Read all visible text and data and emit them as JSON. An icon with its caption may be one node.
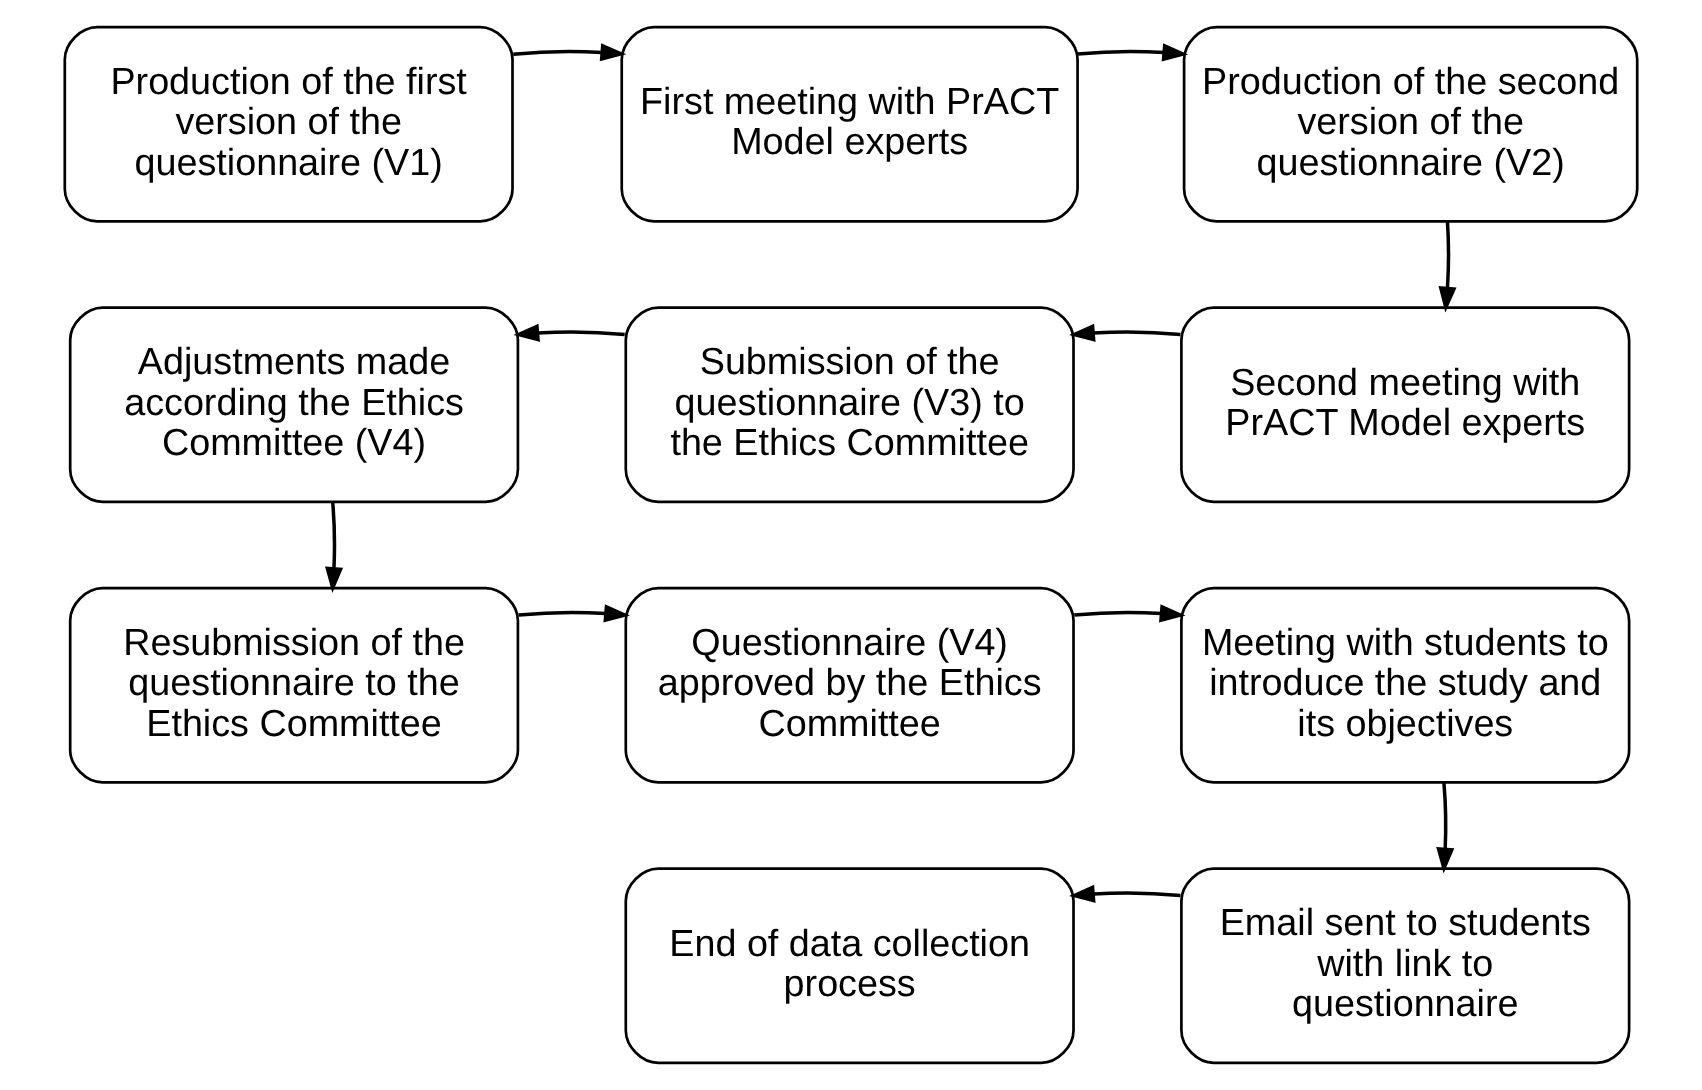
{
  "diagram": {
    "nodes": [
      {
        "text": [
          "Production of the first version of the questionnaire (V1)"
        ]
      },
      {
        "text": [
          "First meeting with PrACT Model experts"
        ]
      },
      {
        "text": [
          "Production of the second version of the questionnaire (V2)"
        ]
      },
      {
        "text": [
          "Adjustments made according the Ethics Committee (V4)"
        ]
      },
      {
        "text": [
          "Submission of the questionnaire (V3) to the Ethics Committee"
        ]
      },
      {
        "text": [
          "Second meeting with PrACT Model experts"
        ]
      },
      {
        "text": [
          "Resubmission of the questionnaire to the Ethics Committee"
        ]
      },
      {
        "text": [
          "Questionnaire (V4) approved by the Ethics Committee"
        ]
      },
      {
        "text": [
          "Meeting with students to introduce the study and its objectives"
        ]
      },
      {
        "text": [
          "End of data collection process"
        ]
      },
      {
        "text": [
          "Email sent to students with link to questionnaire"
        ]
      }
    ],
    "edges": [
      {
        "from": 0,
        "to": 1,
        "arrow": "to"
      },
      {
        "from": 1,
        "to": 2,
        "arrow": "to"
      },
      {
        "from": 2,
        "to": 5,
        "arrow": "to"
      },
      {
        "from": 5,
        "to": 4,
        "arrow": "to"
      },
      {
        "from": 4,
        "to": 3,
        "arrow": "to"
      },
      {
        "from": 3,
        "to": 6,
        "arrow": "to"
      },
      {
        "from": 6,
        "to": 7,
        "arrow": "to"
      },
      {
        "from": 7,
        "to": 8,
        "arrow": "to"
      },
      {
        "from": 8,
        "to": 10,
        "arrow": "to"
      },
      {
        "from": 10,
        "to": 9,
        "arrow": "to"
      }
    ]
  }
}
